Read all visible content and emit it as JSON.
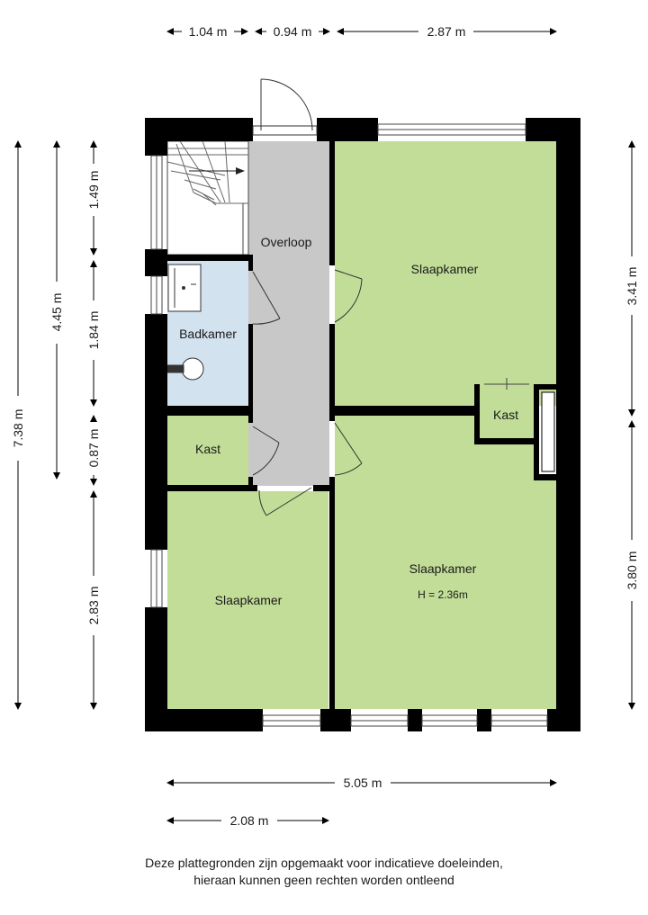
{
  "rooms": {
    "overloop": "Overloop",
    "slaapkamer_top": "Slaapkamer",
    "badkamer": "Badkamer",
    "kast_left": "Kast",
    "kast_right": "Kast",
    "slaapkamer_right": "Slaapkamer",
    "slaapkamer_right_height": "H = 2.36m",
    "slaapkamer_left": "Slaapkamer"
  },
  "dimensions": {
    "top": [
      "1.04 m",
      "0.94 m",
      "2.87 m"
    ],
    "bottom_total": "5.05 m",
    "bottom_left": "2.08 m",
    "left_total": "7.38 m",
    "left_mid": "4.45 m",
    "left_segments": [
      "1.49 m",
      "1.84 m",
      "0.87 m",
      "2.83 m"
    ],
    "right_segments": [
      "3.41 m",
      "3.80 m"
    ]
  },
  "disclaimer": {
    "line1": "Deze plattegronden zijn opgemaakt voor indicatieve doeleinden,",
    "line2": "hieraan kunnen geen rechten worden ontleend"
  },
  "colors": {
    "bedroom_green": "#c2dd98",
    "hall_gray": "#c8c8c8",
    "bath_blue": "#d3e2ef",
    "wall": "#000000"
  }
}
